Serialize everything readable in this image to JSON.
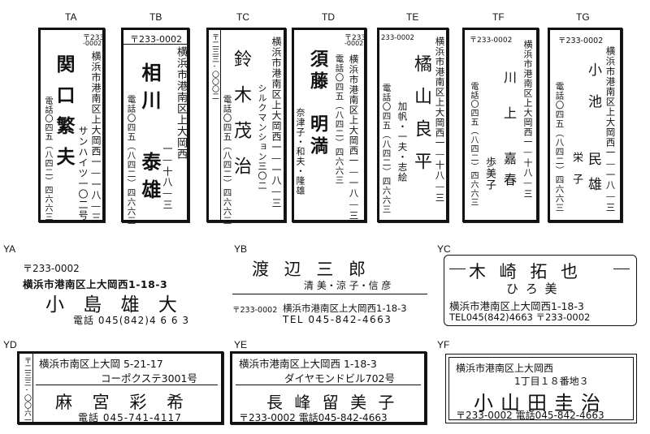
{
  "vertical": [
    {
      "code": "TA",
      "zip": "〒233",
      "zip2": "-0002",
      "address": "横浜市港南区上大岡西一—一八—三",
      "building": "サンハイツ一〇二号",
      "name": "関口繁夫",
      "phone": "電話〇四五（八四二）四六六三"
    },
    {
      "code": "TB",
      "zip": "〒233-0002",
      "address": "横浜市港南区上大岡西",
      "street": "一—十八—三",
      "name1": "相川",
      "name2": "泰雄",
      "phone": "電話〇四五（八四二）四六六三"
    },
    {
      "code": "TC",
      "zip": "〒二三三-〇〇〇二",
      "address": "横浜市港南区上大岡西一—一八—三",
      "building": "シルクマンション三〇二",
      "name": "鈴木茂治",
      "phone": "電話〇四五（八四二）四六六三"
    },
    {
      "code": "TD",
      "zip": "〒233",
      "zip2": "-0002",
      "address": "横浜市港南区上大岡西一—一八—三",
      "name1": "須藤",
      "name2": "明満",
      "sub": "奈津子・和夫・隆雄",
      "phone": "電話〇四五（八四二）四六六三"
    },
    {
      "code": "TE",
      "zip": "233-0002",
      "address": "横浜市港南区上大岡西一—十八—三",
      "name": "橘山良平",
      "sub": "加帆・一夫・志絵",
      "phone": "電話〇四五（八四二）四六六三"
    },
    {
      "code": "TF",
      "zip": "〒233-0002",
      "address": "横浜市港南区上大岡西一—十八—三",
      "name1": "川上",
      "name2": "嘉春",
      "sub": "歩美子",
      "phone": "電話〇四五（八四二）四六六三"
    },
    {
      "code": "TG",
      "zip": "〒233-0002",
      "address": "横浜市港南区上大岡西一—一八—三",
      "name1": "小池",
      "name2": "民雄",
      "sub": "栄子",
      "phone": "電話〇四五（八四二）四六六三"
    }
  ],
  "horizontal": [
    {
      "code": "YA",
      "zip": "〒233-0002",
      "address": "横浜市港南区上大岡西1-18-3",
      "name": "小 島 雄 大",
      "phone": "電話 045(842)4 6 6 3"
    },
    {
      "code": "YB",
      "name": "渡 辺 三 郎",
      "sub": "清 美・涼 子・信 彦",
      "zip": "〒233-0002",
      "address": "横浜市港南区上大岡西1-18-3",
      "phone": "TEL 045-842-4663"
    },
    {
      "code": "YC",
      "name": "木 崎 拓 也",
      "sub": "ひ ろ 美",
      "address": "横浜市港南区上大岡西1-18-3",
      "phone_zip": "TEL045(842)4663 〒233-0002"
    },
    {
      "code": "YD",
      "zip": "〒二三三-〇〇六一",
      "address": "横浜市南区上大岡 5-21-17",
      "building": "コーポクステ3001号",
      "name": "麻 宮 彩 希",
      "phone": "電話 045-741-4117"
    },
    {
      "code": "YE",
      "address": "横浜市港南区上大岡西 1-18-3",
      "building": "ダイヤモンドビル702号",
      "name": "長 峰 留 美 子",
      "zip_phone": "〒233-0002 電話045-842-4663"
    },
    {
      "code": "YF",
      "address": "横浜市港南区上大岡西",
      "street": "1丁目１８番地３",
      "name": "小山田圭治",
      "zip_phone": "〒233-0002 電話045-842-4663"
    }
  ]
}
